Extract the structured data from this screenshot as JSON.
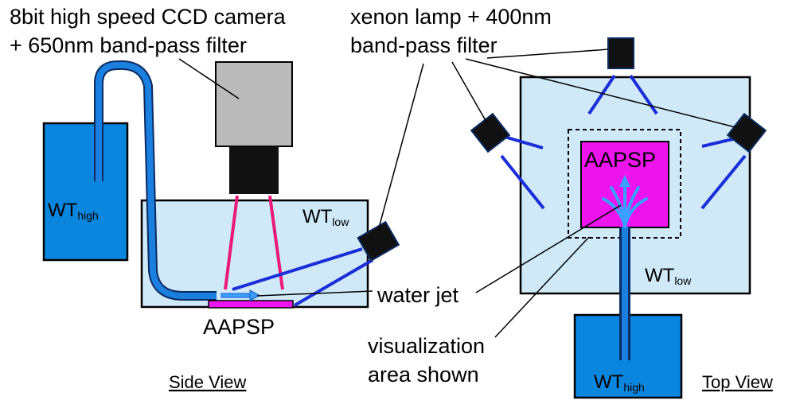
{
  "labels": {
    "camera_line1": "8bit high speed CCD camera",
    "camera_line2": "+ 650nm band-pass filter",
    "lamp_line1": "xenon lamp + 400nm",
    "lamp_line2": "band-pass filter",
    "water_jet": "water jet",
    "vis_line1": "visualization",
    "vis_line2": "area shown",
    "aapsp_side": "AAPSP",
    "aapsp_top": "AAPSP",
    "side_view": "Side View",
    "top_view": "Top View"
  },
  "tanks": {
    "wt": "WT",
    "high": "high",
    "low": "low"
  },
  "colors": {
    "water_light": "#cfe9f8",
    "tank_blue": "#0a86de",
    "tube_blue": "#1b7fe0",
    "light_ray": "#1a2ed8",
    "camera_ray": "#ea1a7a",
    "aapsp": "#ee14ee",
    "camera_body": "#bbbbbb",
    "lamp": "#111111"
  }
}
